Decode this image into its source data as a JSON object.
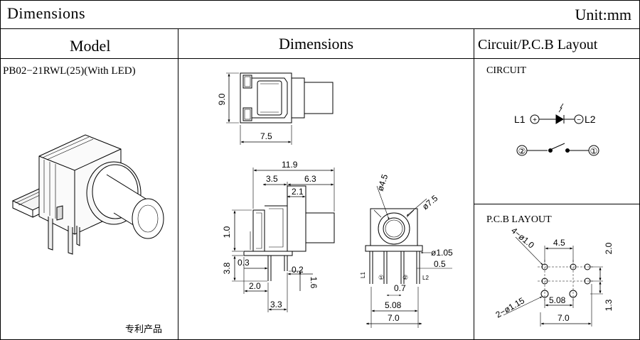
{
  "header": {
    "title": "Dimensions",
    "unit": "Unit:mm"
  },
  "columns": {
    "model": "Model",
    "dimensions": "Dimensions",
    "circuit": "Circuit/P.C.B Layout"
  },
  "model": {
    "name": "PB02−21RWL(25)(With LED)",
    "patent_note": "专利产品"
  },
  "circuit": {
    "title": "CIRCUIT",
    "l1": "L1",
    "l2": "L2",
    "pin1": "①",
    "pin2": "②",
    "plus": "+",
    "minus": "−"
  },
  "pcb": {
    "title": "P.C.B LAYOUT",
    "dims": {
      "pitch_top": "4.5",
      "hole_big": "4−ø1.0",
      "row_gap": "2.0",
      "hole_small": "2−ø1.15",
      "pitch_mid": "5.08",
      "row_gap2": "1.3",
      "width": "7.0"
    }
  },
  "top_view": {
    "height": "9.0",
    "width": "7.5"
  },
  "side_view": {
    "total": "11.9",
    "a": "3.5",
    "b": "6.3",
    "c": "2.1",
    "d": "1.0",
    "e": "3.8",
    "f": "0.3",
    "g": "0.2",
    "h": "2.0",
    "i": "1.6",
    "j": "3.3"
  },
  "front_view": {
    "inner_dia": "ø4.5",
    "outer_dia": "ø7.5",
    "pin_dia": "ø1.05",
    "pin_w": "0.5",
    "pin_gap": "0.7",
    "pitch": "5.08",
    "width": "7.0",
    "l1": "L1",
    "l2": "L2",
    "pin1": "①",
    "pin2": "②"
  }
}
